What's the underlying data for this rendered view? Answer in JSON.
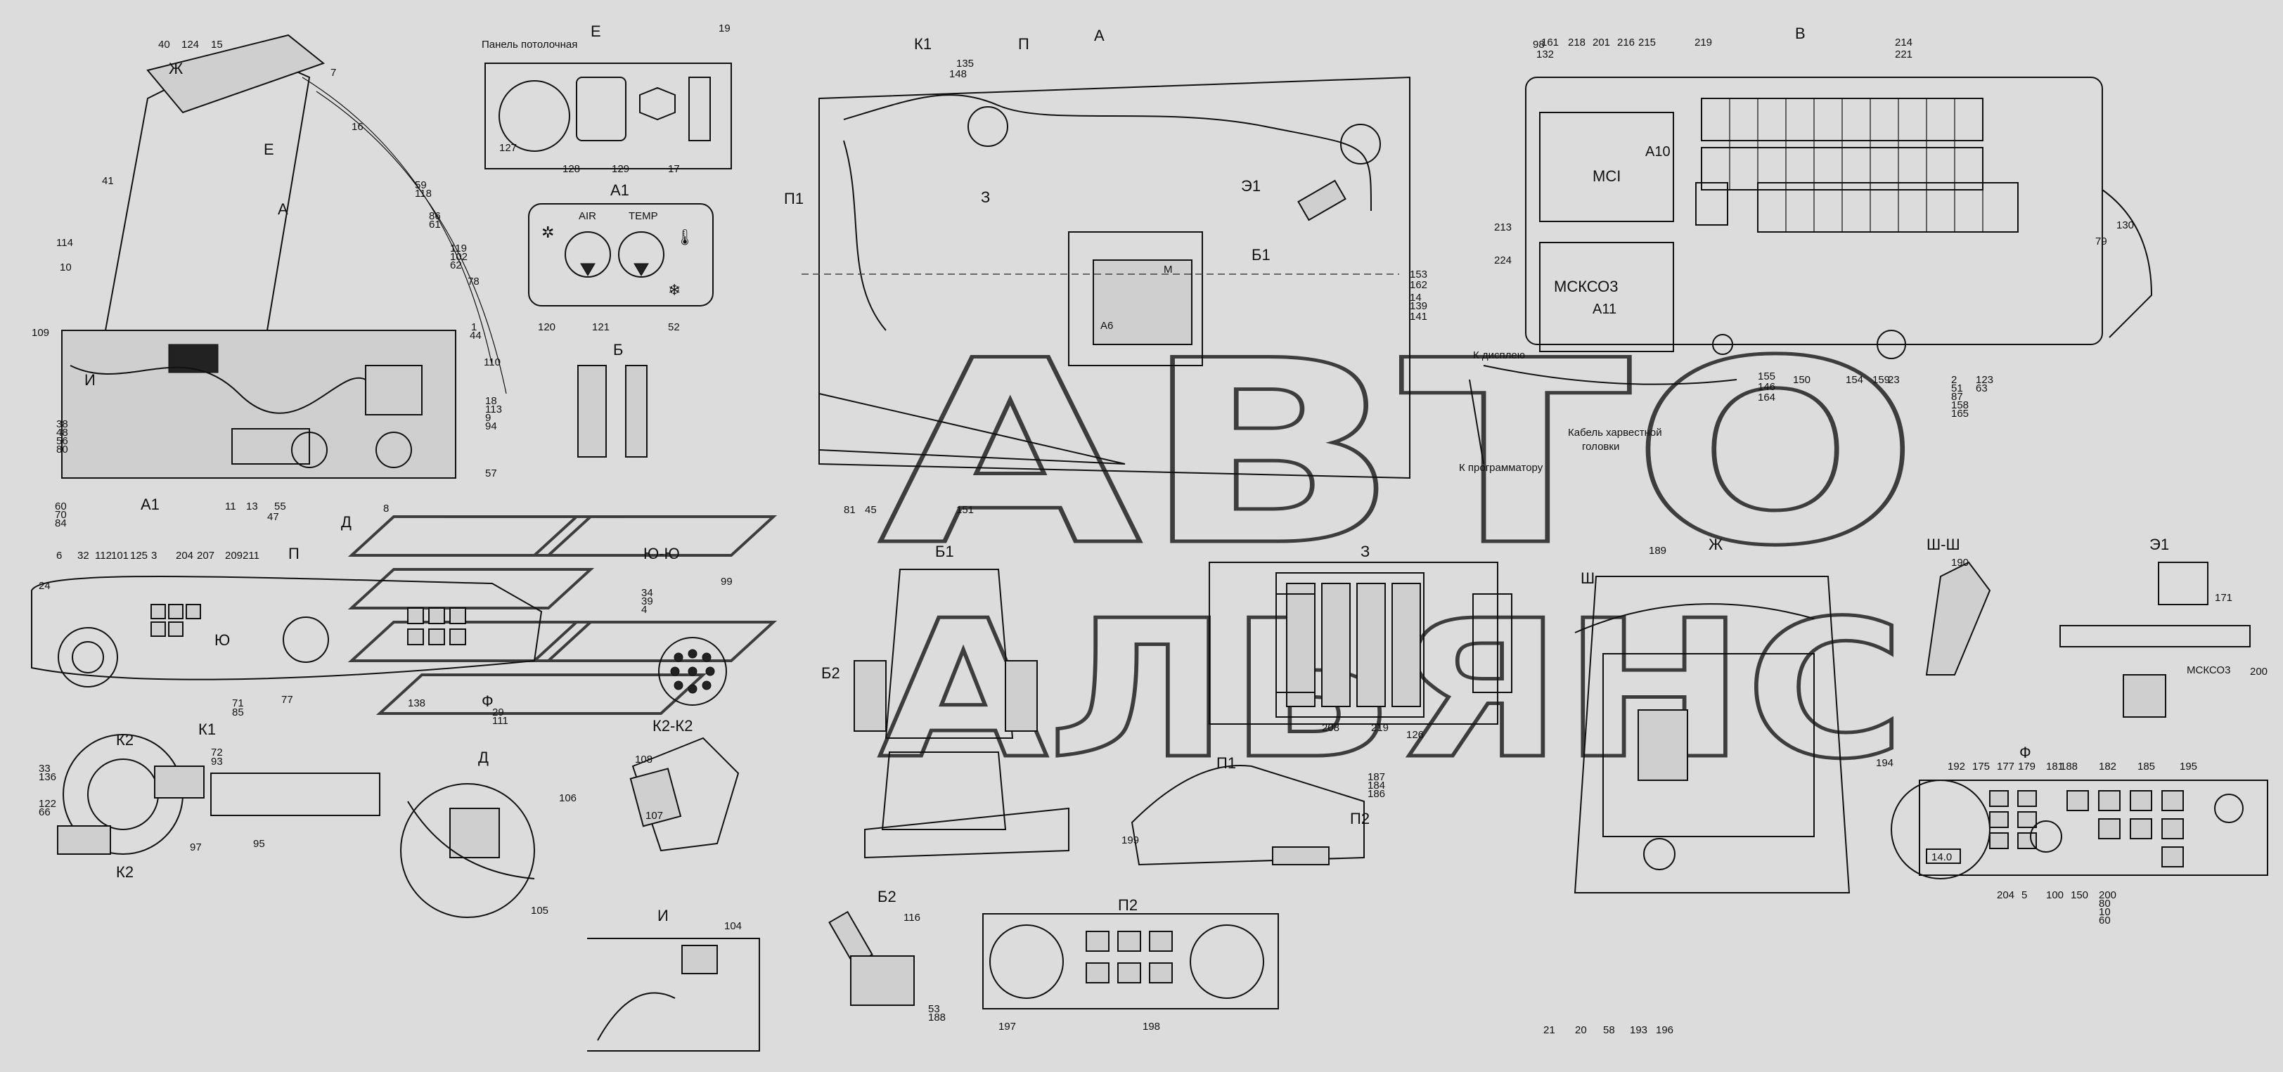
{
  "views": {
    "E": "Е",
    "A1": "А1",
    "B": "Б",
    "A": "А",
    "V": "В",
    "P": "П",
    "P1": "П1",
    "K1": "К1",
    "K2": "К2",
    "Z": "З",
    "E1": "Э1",
    "B1": "Б1",
    "B2": "Б2",
    "Yu": "Ю",
    "YuYu": "Ю-Ю",
    "K2K2": "К2-К2",
    "D": "Д",
    "I": "И",
    "Zh": "Ж",
    "Sh": "Ш",
    "ShSh": "Ш-Ш",
    "F": "Ф",
    "P2": "П2"
  },
  "captions": {
    "ceiling_panel": "Панель потолочная",
    "to_display": "К дисплею",
    "to_programmer": "К программатору",
    "cable_1": "Кабель харвестной",
    "cable_2": "головки"
  },
  "panel_a1": {
    "air": "AIR",
    "temp": "TEMP"
  },
  "blocks": {
    "a10": "A10",
    "mci": "MCI",
    "mcko3": "МСКСО3",
    "a11": "A11",
    "a6": "А6",
    "m": "M"
  },
  "gauge": {
    "readout": "14.0"
  },
  "watermark": {
    "line1": "АВТО",
    "line2": "АЛЬЯНС"
  },
  "labels": [
    "40",
    "124",
    "15",
    "7",
    "16",
    "41",
    "10",
    "114",
    "109",
    "38",
    "48",
    "56",
    "80",
    "60",
    "70",
    "84",
    "11",
    "13",
    "47",
    "55",
    "8",
    "59",
    "118",
    "86",
    "61",
    "119",
    "102",
    "62",
    "78",
    "1",
    "44",
    "110",
    "18",
    "113",
    "9",
    "94",
    "57",
    "127",
    "128",
    "129",
    "17",
    "19",
    "120",
    "121",
    "52",
    "81",
    "45",
    "151",
    "135",
    "148",
    "153",
    "162",
    "14",
    "139",
    "141",
    "146",
    "155",
    "164",
    "150",
    "154",
    "159",
    "23",
    "2",
    "51",
    "87",
    "158",
    "165",
    "123",
    "63",
    "79",
    "130",
    "161",
    "132",
    "218",
    "201",
    "216",
    "215",
    "219",
    "214",
    "221",
    "224",
    "213",
    "98",
    "6",
    "32",
    "112",
    "101",
    "125",
    "3",
    "204",
    "207",
    "209",
    "211",
    "24",
    "77",
    "71",
    "85",
    "29",
    "111",
    "138",
    "99",
    "34",
    "39",
    "4",
    "33",
    "136",
    "122",
    "66",
    "72",
    "93",
    "95",
    "97",
    "106",
    "105",
    "108",
    "107",
    "104",
    "116",
    "53",
    "188",
    "208",
    "219",
    "126",
    "21",
    "20",
    "58",
    "193",
    "196",
    "197",
    "198",
    "199",
    "187",
    "184",
    "186",
    "189",
    "190",
    "171",
    "200",
    "194",
    "192",
    "175",
    "177",
    "179",
    "181",
    "188",
    "182",
    "185",
    "195",
    "204",
    "5",
    "100",
    "150",
    "200",
    "80",
    "10",
    "60"
  ]
}
